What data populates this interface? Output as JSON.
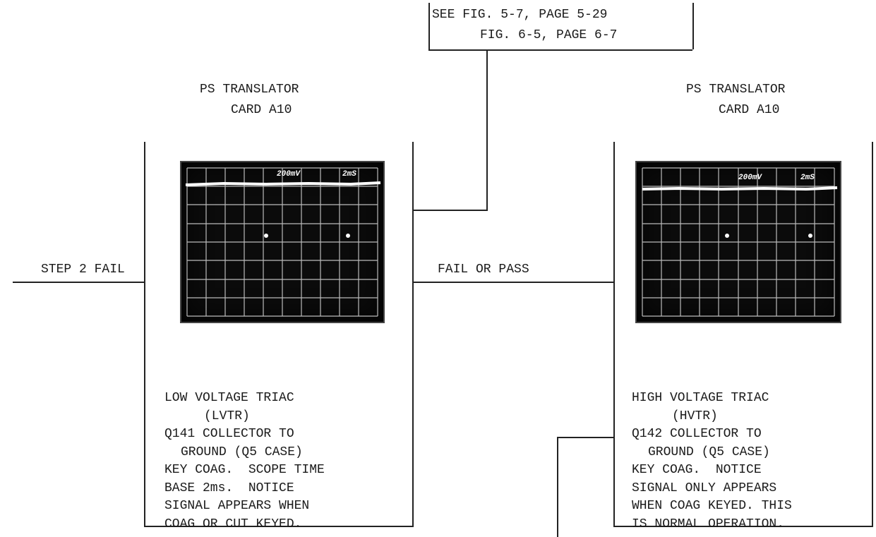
{
  "reference": {
    "line1": "SEE FIG. 5-7, PAGE 5-29",
    "line2": "FIG. 6-5, PAGE 6-7"
  },
  "left_card": {
    "title_line1": "PS TRANSLATOR",
    "title_line2": "CARD A10",
    "scope_label_volts": "200mV",
    "scope_label_time": "2mS",
    "description": [
      "LOW VOLTAGE TRIAC",
      "(LVTR)",
      "Q141 COLLECTOR TO",
      "GROUND (Q5 CASE)",
      "KEY COAG.  SCOPE TIME",
      "BASE 2ms.  NOTICE",
      "SIGNAL APPEARS WHEN",
      "COAG OR CUT KEYED."
    ]
  },
  "right_card": {
    "title_line1": "PS TRANSLATOR",
    "title_line2": "CARD A10",
    "scope_label_volts": "200mV",
    "scope_label_time": "2mS",
    "description": [
      "HIGH VOLTAGE TRIAC",
      "(HVTR)",
      "Q142 COLLECTOR TO",
      "GROUND (Q5 CASE)",
      "KEY COAG.  NOTICE",
      "SIGNAL ONLY APPEARS",
      "WHEN COAG KEYED. THIS",
      "IS NORMAL OPERATION."
    ]
  },
  "connectors": {
    "step_label": "STEP 2 FAIL",
    "branch_label": "FAIL OR PASS"
  }
}
